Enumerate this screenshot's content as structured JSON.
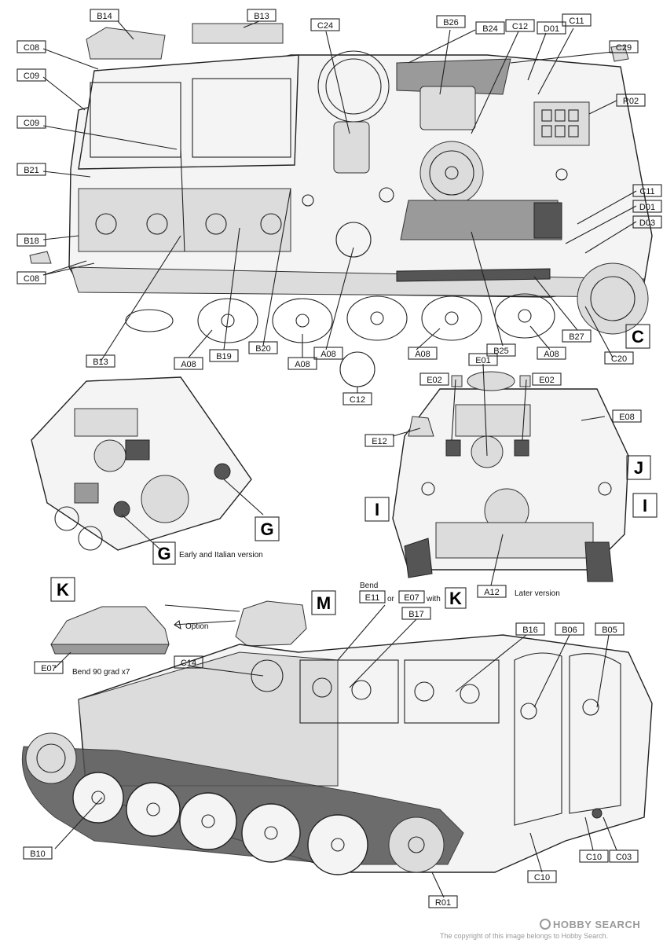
{
  "labels": {
    "B14": "B14",
    "B13": "B13",
    "C24": "C24",
    "B26": "B26",
    "B24": "B24",
    "C12": "C12",
    "D01": "D01",
    "C11": "C11",
    "C29": "C29",
    "C08": "C08",
    "C09": "C09",
    "R02": "R02",
    "B21": "B21",
    "D03": "D03",
    "B18": "B18",
    "B19": "B19",
    "B20": "B20",
    "A08": "A08",
    "B25": "B25",
    "B27": "B27",
    "C20": "C20",
    "C": "C",
    "E01": "E01",
    "E02": "E02",
    "E08": "E08",
    "E12": "E12",
    "G": "G",
    "I": "I",
    "J": "J",
    "A12": "A12",
    "K": "K",
    "M": "M",
    "E11": "E11",
    "E07": "E07",
    "B17": "B17",
    "B16": "B16",
    "B06": "B06",
    "B05": "B05",
    "C14": "C14",
    "B10": "B10",
    "R01": "R01",
    "C10": "C10",
    "C03": "C03"
  },
  "text": {
    "early_italian": "Early and Italian version",
    "later_version": "Later version",
    "bend": "Bend",
    "or": "or",
    "with": "with",
    "option": "Option",
    "bend90": "Bend 90 grad x7"
  },
  "watermark": {
    "brand": "HOBBY SEARCH",
    "sub": "The copyright of this image belongs to Hobby Search."
  }
}
